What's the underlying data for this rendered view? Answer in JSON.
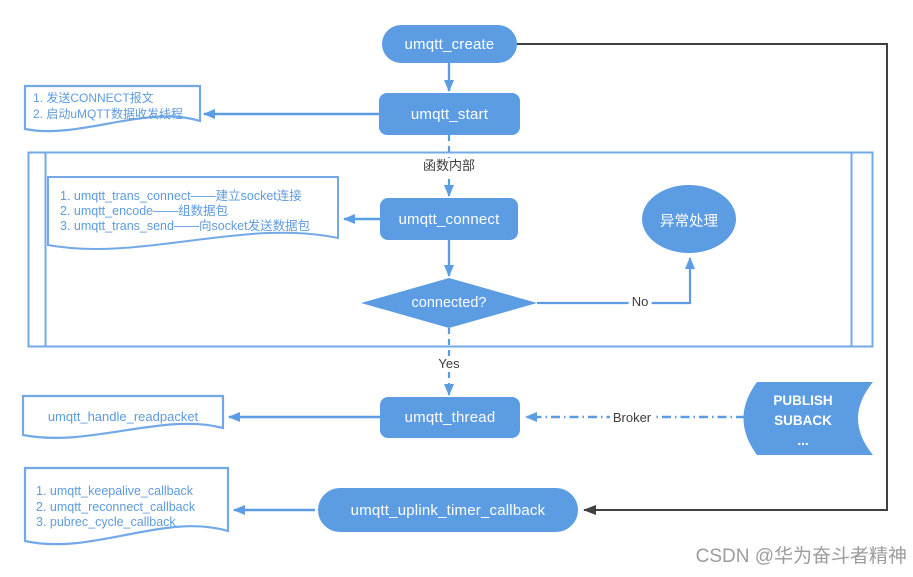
{
  "diagram": {
    "nodes": {
      "create": "umqtt_create",
      "start": "umqtt_start",
      "connect": "umqtt_connect",
      "thread": "umqtt_thread",
      "uplink": "umqtt_uplink_timer_callback",
      "exception": "异常处理",
      "decision": "connected?"
    },
    "edge_labels": {
      "inside_function": "函数内部",
      "no": "No",
      "yes": "Yes",
      "broker": "Broker"
    },
    "notes": {
      "start_note": {
        "lines": [
          "1. 发送CONNECT报文",
          "2. 启动uMQTT数据收发线程"
        ]
      },
      "connect_note": {
        "lines": [
          "1. umqtt_trans_connect——建立socket连接",
          "2. umqtt_encode——组数据包",
          "3. umqtt_trans_send——向socket发送数据包"
        ]
      },
      "thread_note": {
        "text": "umqtt_handle_readpacket"
      },
      "uplink_note": {
        "lines": [
          "1. umqtt_keepalive_callback",
          "2. umqtt_reconnect_callback",
          "3. pubrec_cycle_callback"
        ]
      },
      "broker_messages": {
        "lines": [
          "PUBLISH",
          "SUBACK",
          "..."
        ]
      }
    },
    "watermark": "CSDN @华为奋斗者精神",
    "colors": {
      "node_fill": "#5B9CE3",
      "note_stroke": "#74A9E8",
      "note_text": "#5E9BDE",
      "connector_blue": "#5B9CE3",
      "connector_dark": "#404040",
      "label_text": "#3D3D3D",
      "watermark": "#9C9C9C",
      "container_fill": "#FFFFFF"
    }
  }
}
